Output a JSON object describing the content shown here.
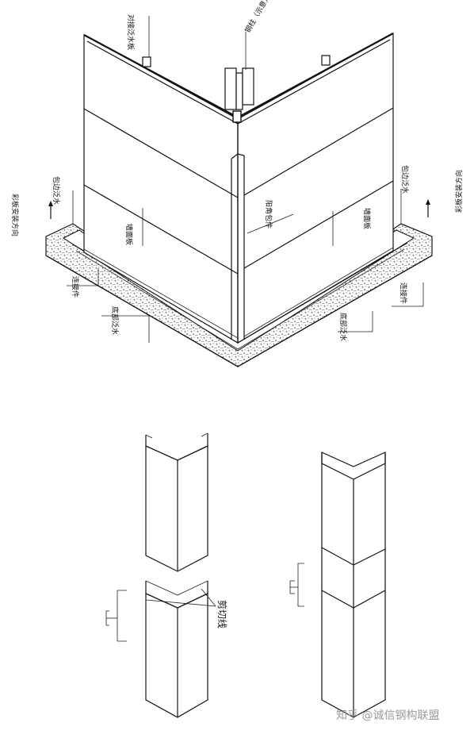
{
  "labels": {
    "ridge_flashing": "对接泛水板",
    "steel_column": "钢柱（示意）",
    "side_flashing_left": "包边泛水",
    "side_flashing_right": "包边泛水",
    "install_dir_left": "彩板安装方向",
    "install_dir_right": "彩板安装方向",
    "wall_panel_left": "墙面板",
    "wall_panel_right": "墙面板",
    "corner_trim": "阳角包件",
    "fastener_left": "连接件",
    "fastener_right": "连接件",
    "base_flashing_left": "底部泛水",
    "base_flashing_right": "底部泛水",
    "cut_line": "剪切线"
  },
  "watermark": "知乎 @诚信钢构联盟"
}
